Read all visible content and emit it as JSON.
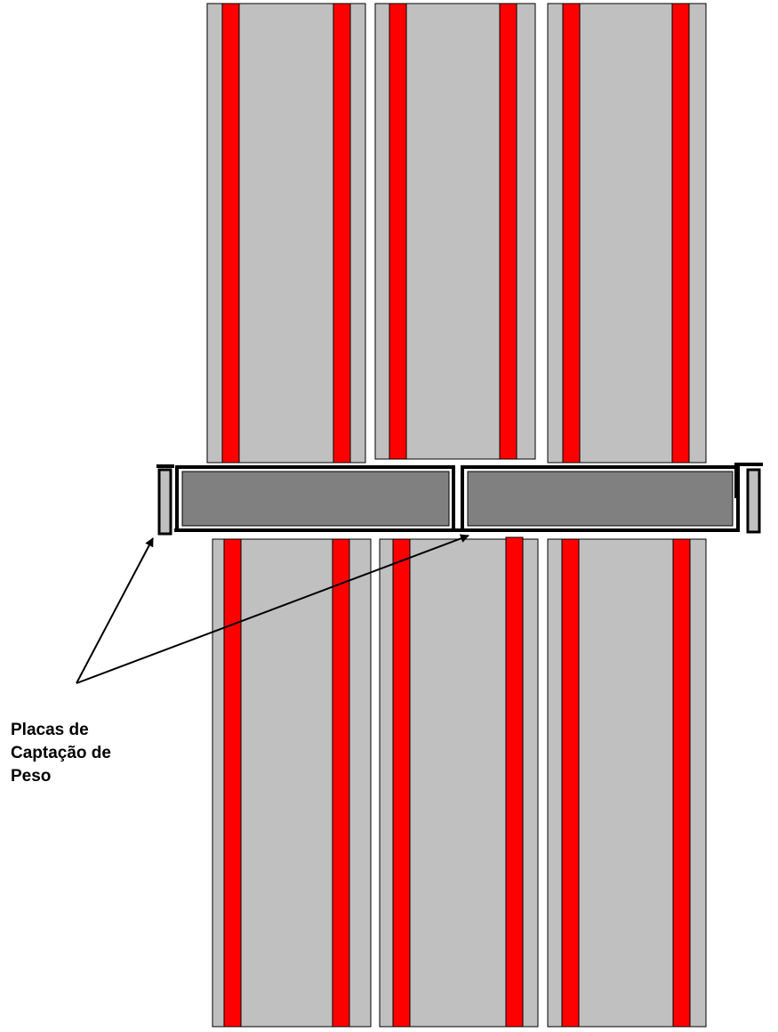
{
  "label": {
    "line1": "Placas de",
    "line2": "Captação de",
    "line3": "Peso"
  },
  "colors": {
    "track": "#c0c0c0",
    "rail": "#ff0000",
    "plate": "#808080",
    "outline": "#000000",
    "background": "#ffffff"
  }
}
